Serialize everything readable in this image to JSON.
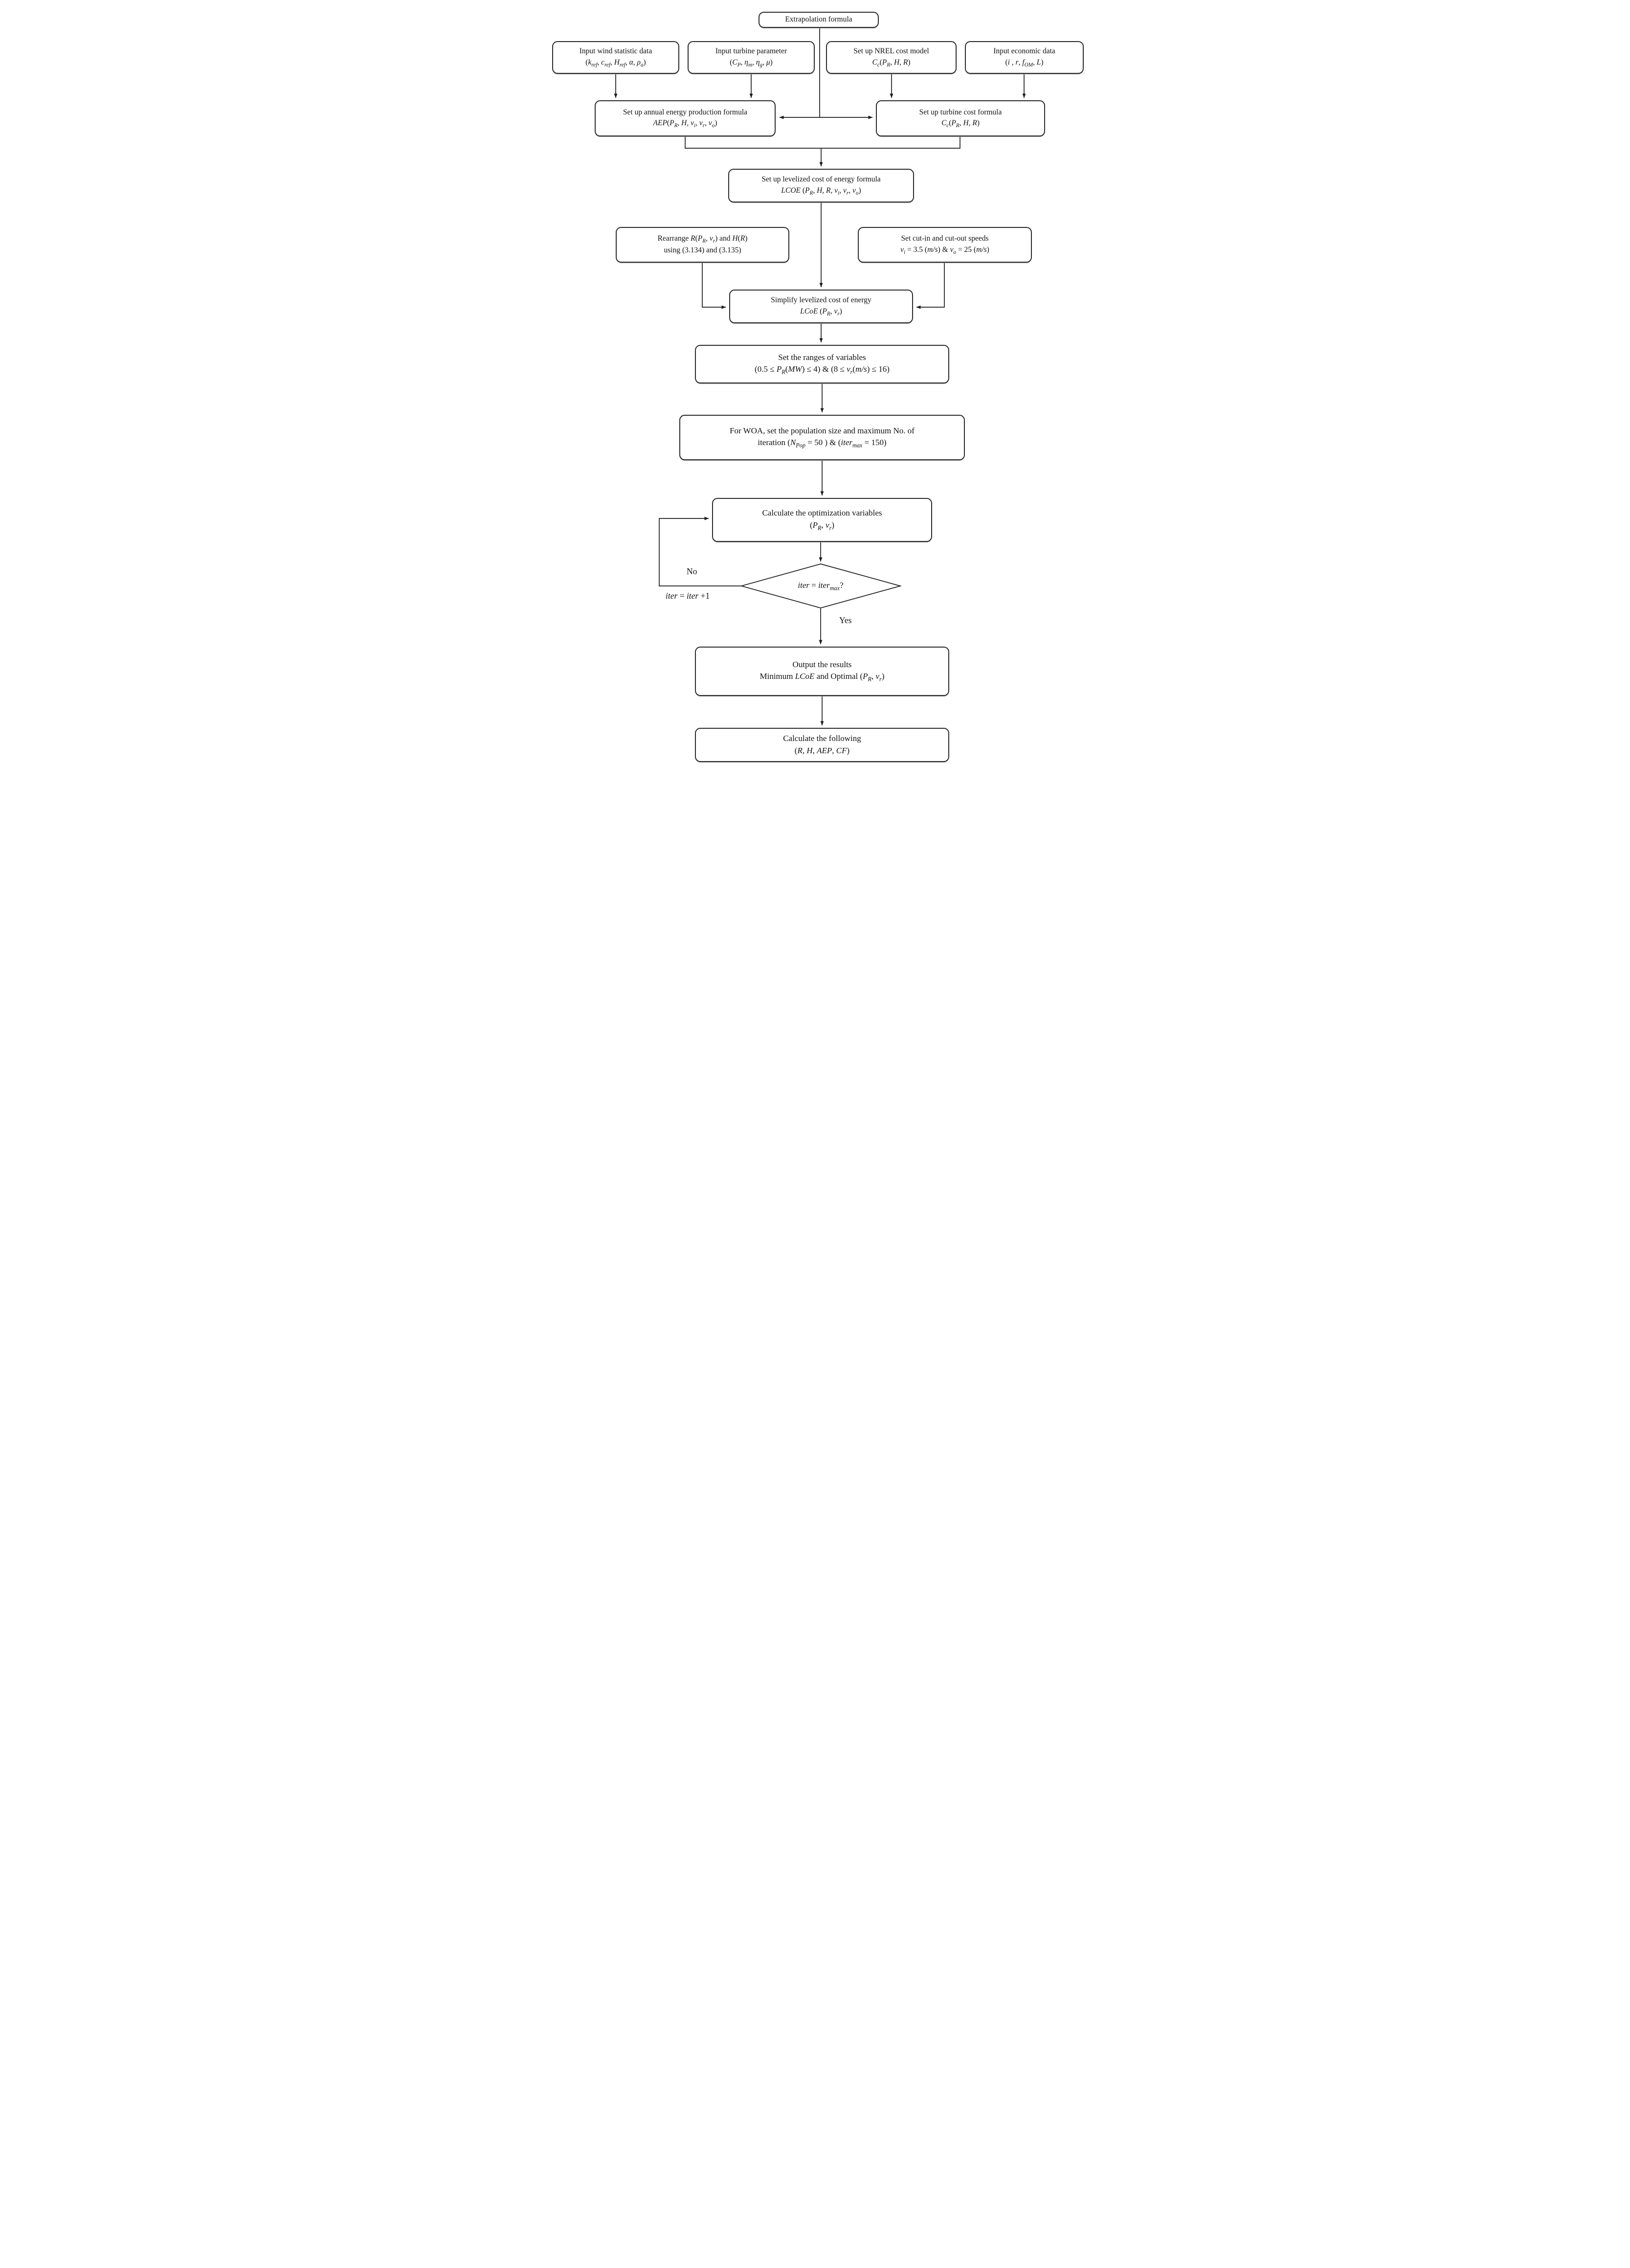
{
  "diagram_type": "flowchart",
  "nodes": {
    "extrapolation": {
      "title": "Extrapolation formula"
    },
    "wind_data": {
      "title": "Input wind statistic data",
      "formula": "(<i>k</i><sub><i>ref</i></sub>, <i>c</i><sub><i>ref</i></sub>, <i>H</i><sub><i>ref</i></sub>, <i>α</i>, <i>ρ</i><sub><i>a</i></sub>)"
    },
    "turbine_param": {
      "title": "Input turbine parameter",
      "formula": "(<i>C</i><sub><i>P</i></sub>, <i>η</i><sub><i>m</i></sub>, <i>η</i><sub><i>g</i></sub>, <i>μ</i>)"
    },
    "nrel_cost": {
      "title": "Set up NREL cost model",
      "formula": "<i>C</i><sub><i>c</i></sub>(<i>P</i><sub><i>R</i></sub>, <i>H</i>, <i>R</i>)"
    },
    "economic": {
      "title": "Input economic data",
      "formula": "(<i>i</i> , <i>r</i>, <i>f</i><sub><i>OM</i></sub>, <i>L</i>)"
    },
    "aep": {
      "title": "Set up annual energy production formula",
      "formula": "<i>AEP</i>(<i>P</i><sub><i>R</i></sub>, <i>H</i>, <i>v</i><sub><i>i</i></sub>, <i>v</i><sub><i>r</i></sub>, <i>v</i><sub><i>o</i></sub>)"
    },
    "turbine_cost": {
      "title": "Set up turbine cost formula",
      "formula": "<i>C</i><sub><i>c</i></sub>(<i>P</i><sub><i>R</i></sub>, <i>H</i>, <i>R</i>)"
    },
    "lcoe": {
      "title": "Set up levelized cost of energy formula",
      "formula": "<i>LCOE</i> (<i>P</i><sub><i>R</i></sub>, <i>H</i>, <i>R</i>, <i>v</i><sub><i>i</i></sub>, <i>v</i><sub><i>r</i></sub>, <i>v</i><sub><i>o</i></sub>)"
    },
    "rearrange": {
      "title": "Rearrange <i>R</i>(<i>P</i><sub><i>R</i></sub>, <i>v</i><sub><i>r</i></sub>) and  <i>H</i>(<i>R</i>)",
      "formula": "using (3.134) and (3.135)"
    },
    "cut_speeds": {
      "title": "Set cut-in and cut-out speeds",
      "formula": "<i>v</i><sub><i>i</i></sub> = 3.5 (<i>m/s</i>) &amp; <i>v</i><sub><i>o</i></sub> = 25 (<i>m/s</i>)"
    },
    "simplify": {
      "title": "Simplify levelized cost of energy",
      "formula": "<i>LCoE</i> (<i>P</i><sub><i>R</i></sub>, <i>v</i><sub><i>r</i></sub>)"
    },
    "ranges": {
      "title": "Set the ranges of variables",
      "formula": "(0.5 ≤ <i>P</i><sub><i>R</i></sub>(<i>MW</i>) ≤ 4) &amp; (8 ≤ <i>v</i><sub><i>r</i></sub>(<i>m/s</i>) ≤ 16)"
    },
    "woa": {
      "title": "For WOA, set the population size and maximum No. of",
      "formula": "iteration (<i>N</i><sub><i>Pop</i></sub> = 50 ) &amp; (<i>iter</i><sub><i>max</i></sub> = 150)"
    },
    "calc_vars": {
      "title": "Calculate the optimization variables",
      "formula": "(<i>P</i><sub><i>R</i></sub>, <i>v</i><sub><i>r</i></sub>)"
    },
    "decision": {
      "question": "<i>iter</i> = <i>iter</i><sub><i>max</i></sub>?"
    },
    "output": {
      "title": "Output the results",
      "formula": "Minimum <i>LCoE</i> and Optimal (<i>P</i><sub><i>R</i></sub>, <i>v</i><sub><i>r</i></sub>)"
    },
    "final": {
      "title": "Calculate the following",
      "formula": "(<i>R</i>, <i>H</i>, <i>AEP</i>, <i>CF</i>)"
    }
  },
  "edge_labels": {
    "no": "No",
    "yes": "Yes",
    "iter_increment": "<i>iter</i> = <i>iter</i> +1"
  },
  "colors": {
    "stroke": "#1d1d1d",
    "box_border": "#2b2b2b",
    "background": "#ffffff",
    "text": "#111111"
  }
}
